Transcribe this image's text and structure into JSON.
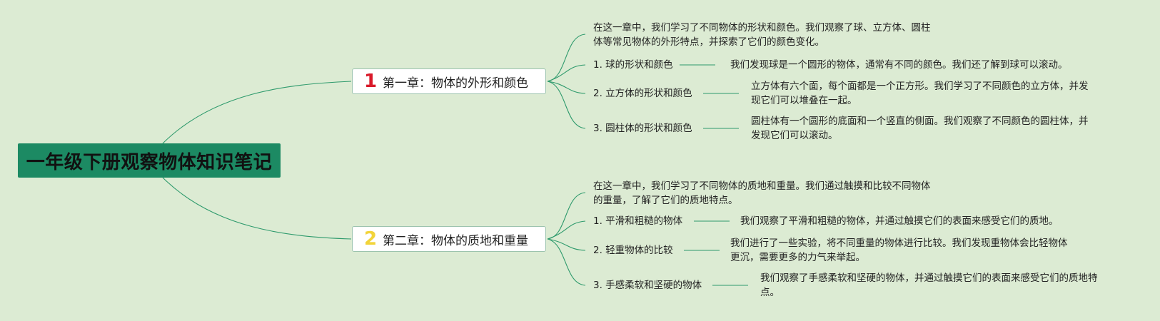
{
  "root": {
    "title": "一年级下册观察物体知识笔记"
  },
  "colors": {
    "root_bg": "#1c8a63",
    "connector": "#2e9a6c",
    "chapter1_number": "#d91a2a",
    "chapter2_number": "#f2d43a",
    "background": "#dcebd3"
  },
  "chapters": [
    {
      "number": "1",
      "title": "第一章：物体的外形和颜色",
      "intro": [
        "在这一章中，我们学习了不同物体的形状和颜色。我们观察了球、立方体、圆柱",
        "体等常见物体的外形特点，并探索了它们的颜色变化。"
      ],
      "topics": [
        {
          "label": "1. 球的形状和颜色",
          "detail": [
            "我们发现球是一个圆形的物体，通常有不同的颜色。我们还了解到球可以滚动。"
          ]
        },
        {
          "label": "2. 立方体的形状和颜色",
          "detail": [
            "立方体有六个面，每个面都是一个正方形。我们学习了不同颜色的立方体，并发",
            "现它们可以堆叠在一起。"
          ]
        },
        {
          "label": "3. 圆柱体的形状和颜色",
          "detail": [
            "圆柱体有一个圆形的底面和一个竖直的侧面。我们观察了不同颜色的圆柱体，并",
            "发现它们可以滚动。"
          ]
        }
      ]
    },
    {
      "number": "2",
      "title": "第二章：物体的质地和重量",
      "intro": [
        "在这一章中，我们学习了不同物体的质地和重量。我们通过触摸和比较不同物体",
        "的重量，了解了它们的质地特点。"
      ],
      "topics": [
        {
          "label": "1. 平滑和粗糙的物体",
          "detail": [
            "我们观察了平滑和粗糙的物体，并通过触摸它们的表面来感受它们的质地。"
          ]
        },
        {
          "label": "2. 轻重物体的比较",
          "detail": [
            "我们进行了一些实验，将不同重量的物体进行比较。我们发现重物体会比轻物体",
            "更沉，需要更多的力气来举起。"
          ]
        },
        {
          "label": "3. 手感柔软和坚硬的物体",
          "detail": [
            "我们观察了手感柔软和坚硬的物体，并通过触摸它们的表面来感受它们的质地特",
            "点。"
          ]
        }
      ]
    }
  ]
}
